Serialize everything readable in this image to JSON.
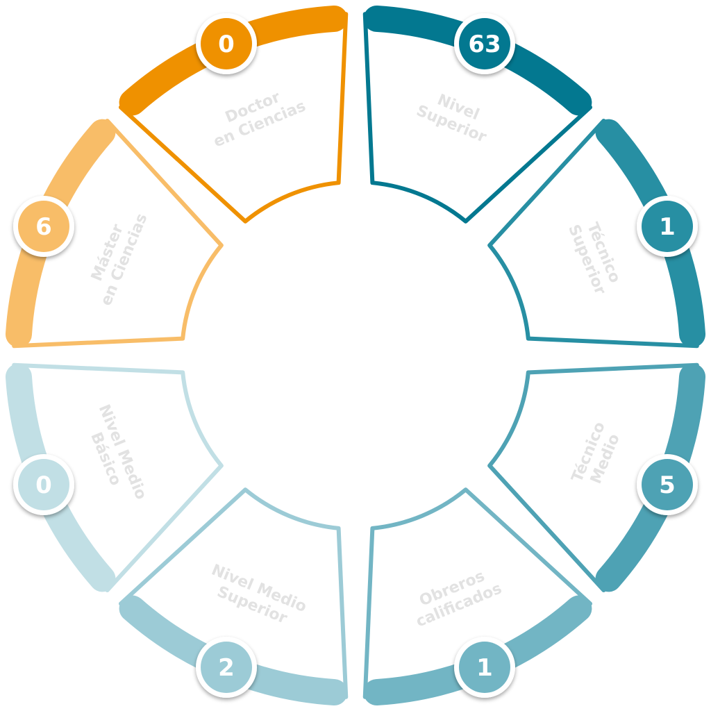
{
  "segments": [
    {
      "label_lines": [
        "Nivel",
        "Superior"
      ],
      "value": "63",
      "color": "#037890"
    },
    {
      "label_lines": [
        "Técnico",
        "Superior"
      ],
      "value": "1",
      "color": "#278fa3"
    },
    {
      "label_lines": [
        "Técnico",
        "Medio"
      ],
      "value": "5",
      "color": "#4ea2b4"
    },
    {
      "label_lines": [
        "Obreros",
        "calificados"
      ],
      "value": "1",
      "color": "#72b5c4"
    },
    {
      "label_lines": [
        "Nivel Medio",
        "Superior"
      ],
      "value": "2",
      "color": "#9ccbd6"
    },
    {
      "label_lines": [
        "Nivel Medio",
        "Básico"
      ],
      "value": "0",
      "color": "#c1dfe5"
    },
    {
      "label_lines": [
        "Máster",
        "en Ciencias"
      ],
      "value": "6",
      "color": "#f8bd68"
    },
    {
      "label_lines": [
        "Doctor",
        "en Ciencias"
      ],
      "value": "0",
      "color": "#ef9100"
    }
  ]
}
